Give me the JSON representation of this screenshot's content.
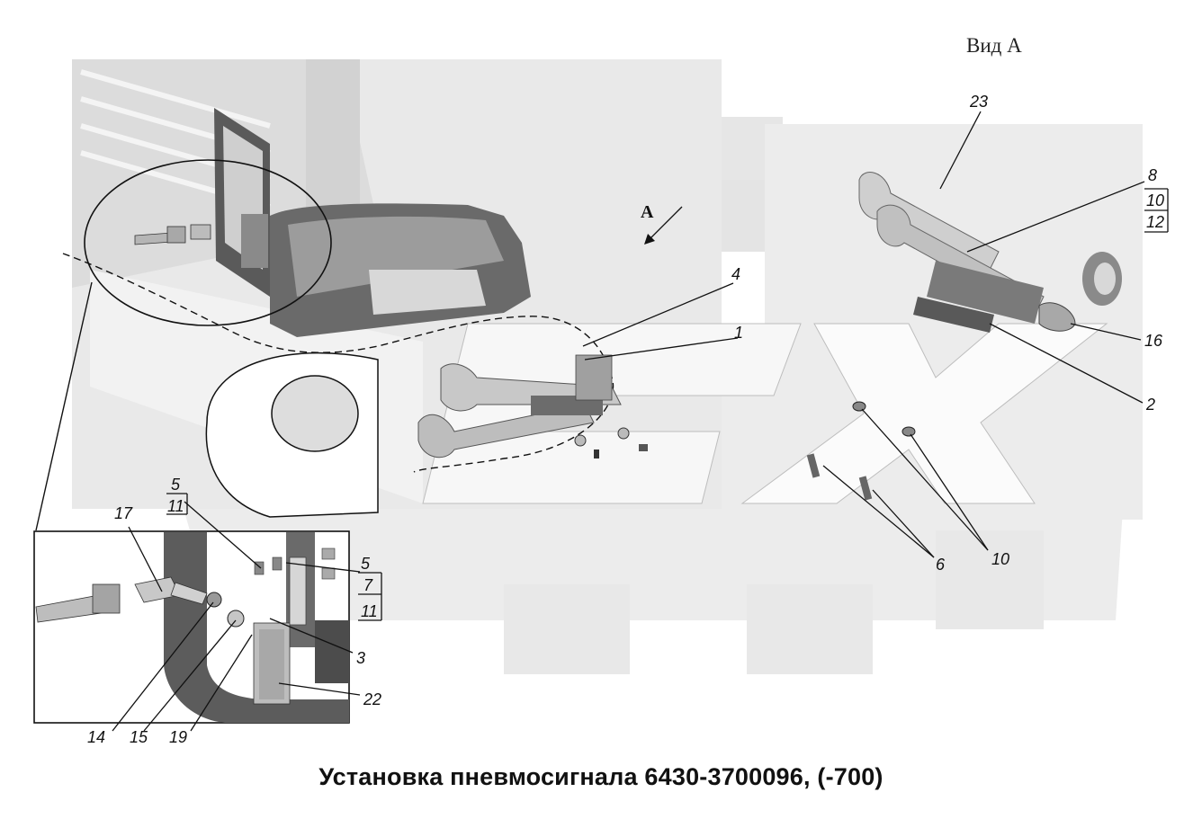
{
  "view_label": "Вид А",
  "title": "Установка пневмосигнала 6430-3700096, (-700)",
  "view_arrow_label": "A",
  "callouts": {
    "c1": "1",
    "c2": "2",
    "c3": "3",
    "c4": "4",
    "c5a": "5",
    "c11a": "11",
    "c5b": "5",
    "c7": "7",
    "c11b": "11",
    "c6": "6",
    "c8": "8",
    "c10a": "10",
    "c12": "12",
    "c10b": "10",
    "c14": "14",
    "c15": "15",
    "c16": "16",
    "c17": "17",
    "c19": "19",
    "c22": "22",
    "c23": "23"
  },
  "colors": {
    "watermark": "#e2e2e2",
    "part_dark": "#555555",
    "part_mid": "#9a9a9a",
    "part_light": "#d0d0d0",
    "line": "#111111"
  }
}
